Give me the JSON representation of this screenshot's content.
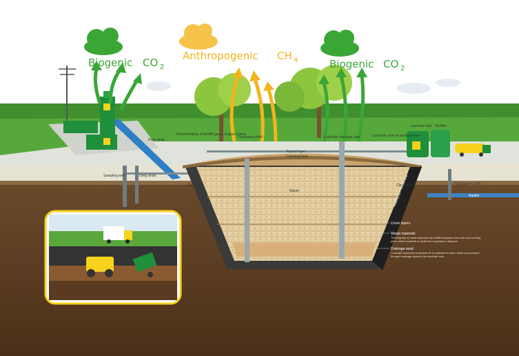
{
  "emissions": {
    "left": {
      "label": "Biogenic",
      "gas": "CO",
      "sub": "2"
    },
    "center": {
      "label": "Anthropogenic",
      "gas": "CH",
      "sub": "4"
    },
    "right": {
      "label": "Biogenic",
      "gas": "CO",
      "sub": "2"
    }
  },
  "colors": {
    "biogenic": "#3aa636",
    "anthropogenic": "#f2b51c",
    "soil": "#5a3c22",
    "grass": "#57a83b",
    "sky": "#ffffff"
  },
  "labels": {
    "transformation": "Transformation of landfill gas in biogas motors",
    "ring_canal": "Ring canal",
    "degassing_shaft": "Degassing shaft",
    "leachate_drainage_pipe": "Leachate drainage pipe",
    "leachate_drain": "Leachate drain to leachate tank",
    "leachate_tank": "Leachate tank",
    "biofilter": "Biofilter",
    "sampling_well": "Sampling well",
    "deep_drain": "Deep drain",
    "clay_barrier_left": "Clay barrier",
    "clay_barrier_right": "Clay barrier",
    "clay_loam": "Clay loam < 10m",
    "aquifer": "Aquifer",
    "topsoil_layer": "Topsoil layer",
    "cleaning_layer": "Cleaning layer",
    "waste": "Waste",
    "waterproof_membrane": "Waterproof membrane",
    "cover_layers": "Cover layers",
    "waste_materials": "Waste materials",
    "waste_materials_desc": "The majority of waste disposed by landfill engineers from the local sewing plant, where material is sorted for recycling or disposal.",
    "drainage_sand": "Drainage sand",
    "drainage_sand_desc": "Leachate liquid that is drained off is collected in leach tanks and pumped through drainage pipes to the leachate tank."
  }
}
